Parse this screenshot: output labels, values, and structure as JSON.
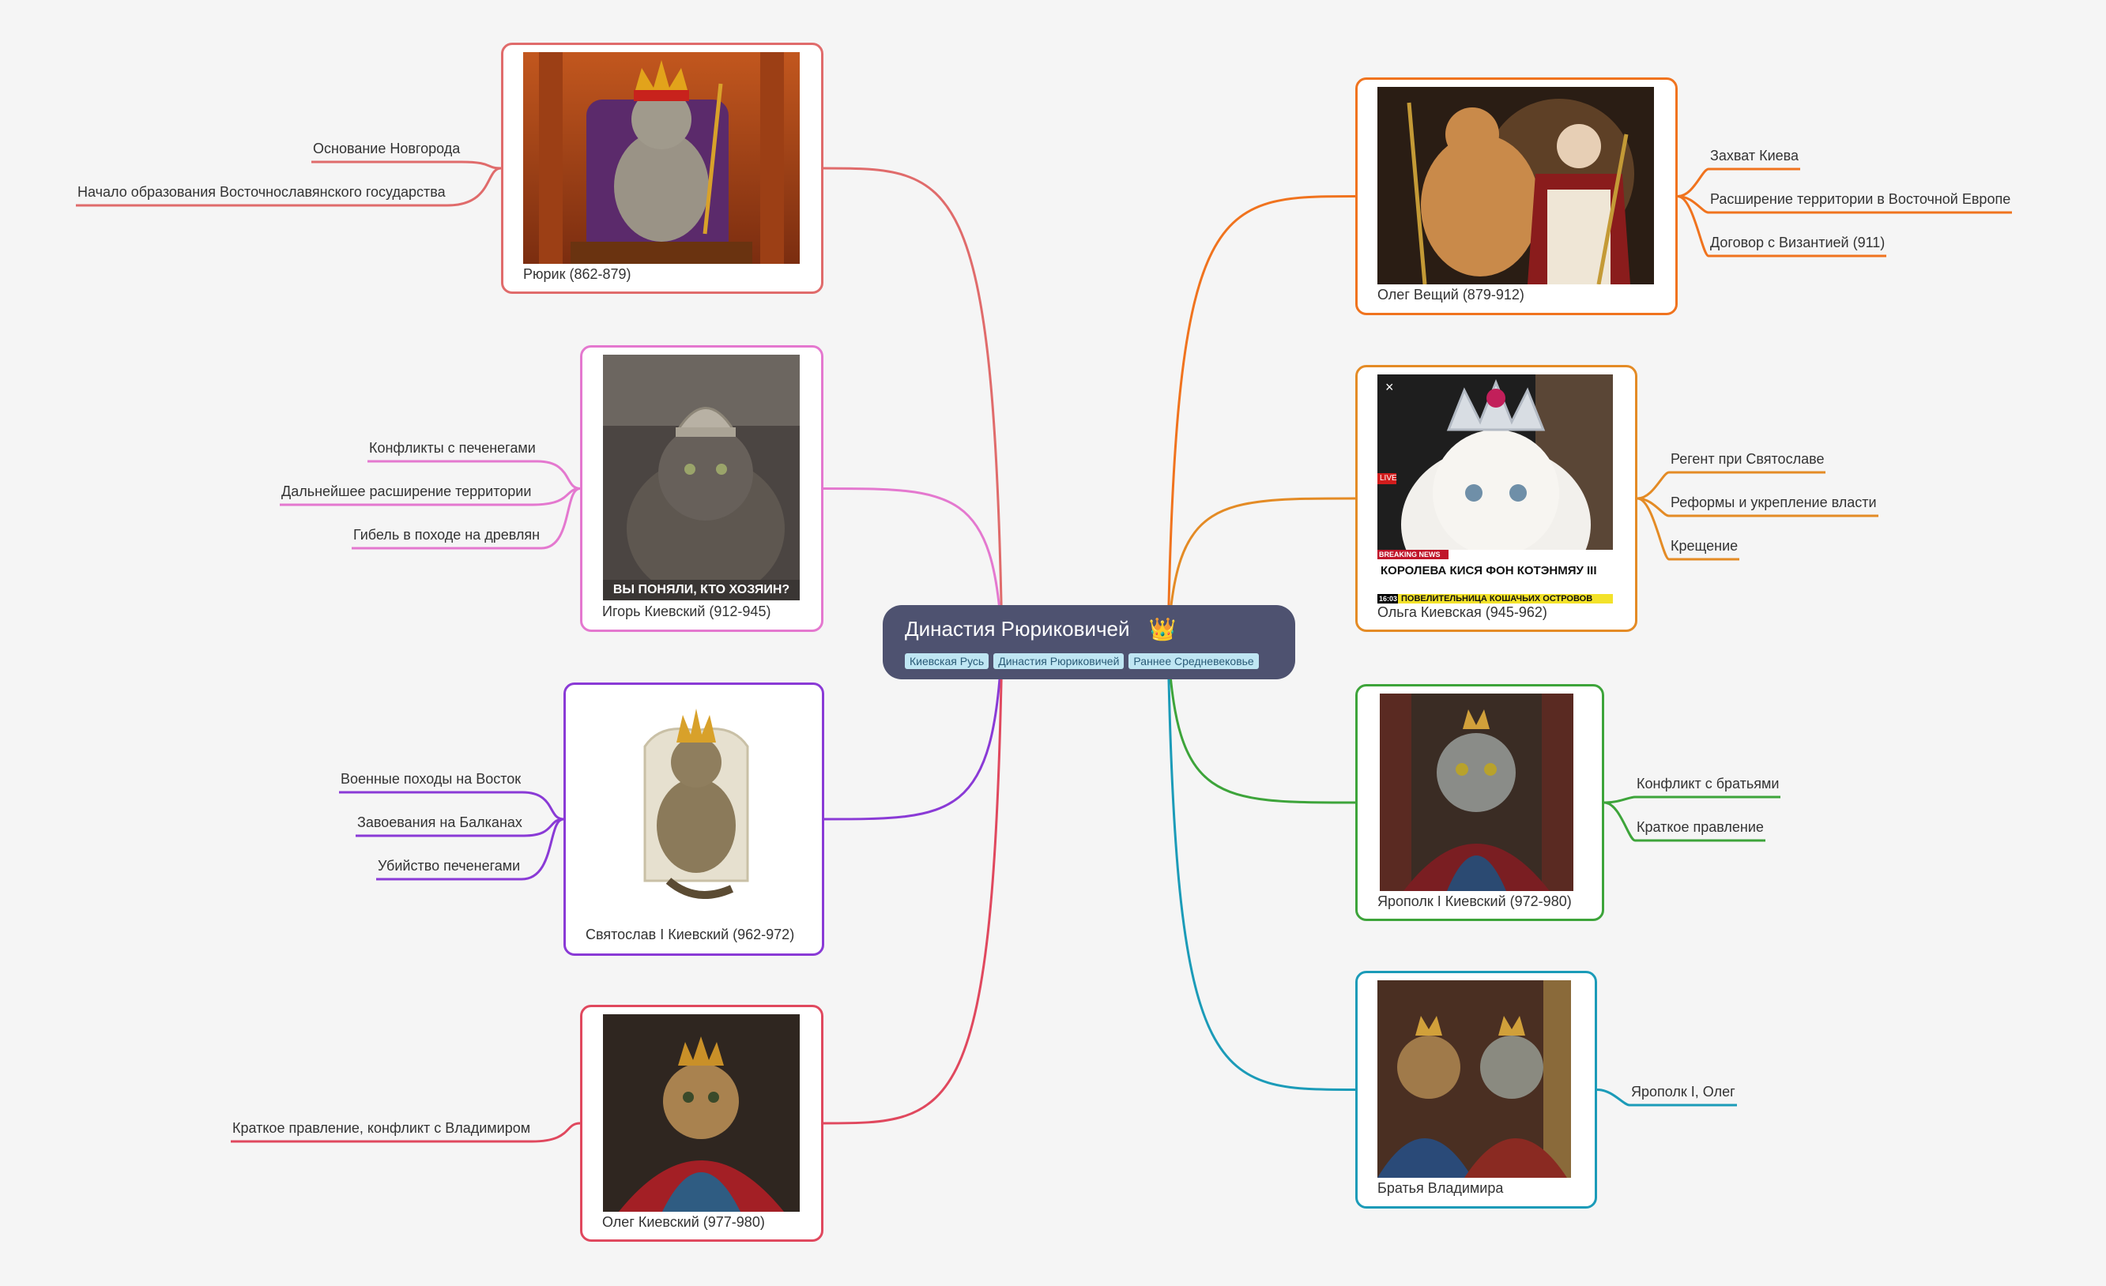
{
  "center": {
    "title": "Династия Рюриковичей",
    "icon": "crown-icon",
    "tags": [
      "Киевская Русь",
      "Династия Рюриковичей",
      "Раннее Средневековье"
    ]
  },
  "rulers": [
    {
      "caption": "Рюрик (862-879)",
      "color": "#e06b6b",
      "facts": [
        "Основание Новгорода",
        "Начало образования Восточнославянского государства"
      ]
    },
    {
      "caption": "Игорь Киевский (912-945)",
      "color": "#e478cf",
      "facts": [
        "Конфликты с печенегами",
        "Дальнейшее расширение территории",
        "Гибель в походе на древлян"
      ],
      "overlay": "ВЫ ПОНЯЛИ, КТО ХОЗЯИН?"
    },
    {
      "caption": "Святослав I Киевский (962-972)",
      "color": "#8a3ad6",
      "facts": [
        "Военные походы на Восток",
        "Завоевания на Балканах",
        "Убийство печенегами"
      ]
    },
    {
      "caption": "Олег Киевский (977-980)",
      "color": "#e0485e",
      "facts": [
        "Краткое правление, конфликт с Владимиром"
      ]
    },
    {
      "caption": "Олег Вещий (879-912)",
      "color": "#f0731e",
      "facts": [
        "Захват Киева",
        "Расширение территории в Восточной Европе",
        "Договор с Византией (911)"
      ]
    },
    {
      "caption": "Ольга Киевская (945-962)",
      "color": "#e48b25",
      "facts": [
        "Регент при Святославе",
        "Реформы и укрепление власти",
        "Крещение"
      ],
      "overlay": {
        "live": "LIVE",
        "breaking": "BREAKING NEWS",
        "headline": "КОРОЛЕВА КИСЯ ФОН КОТЭНМЯУ III",
        "time": "16:03",
        "ticker": "ПОВЕЛИТЕЛЬНИЦА КОШАЧЬИХ ОСТРОВОВ",
        "close": "×"
      }
    },
    {
      "caption": "Ярополк I Киевский (972-980)",
      "color": "#3da43a",
      "facts": [
        "Конфликт с братьями",
        "Краткое правление"
      ]
    },
    {
      "caption": "Братья Владимира",
      "color": "#1b9bb8",
      "facts": [
        "Ярополк I, Олег"
      ]
    }
  ]
}
